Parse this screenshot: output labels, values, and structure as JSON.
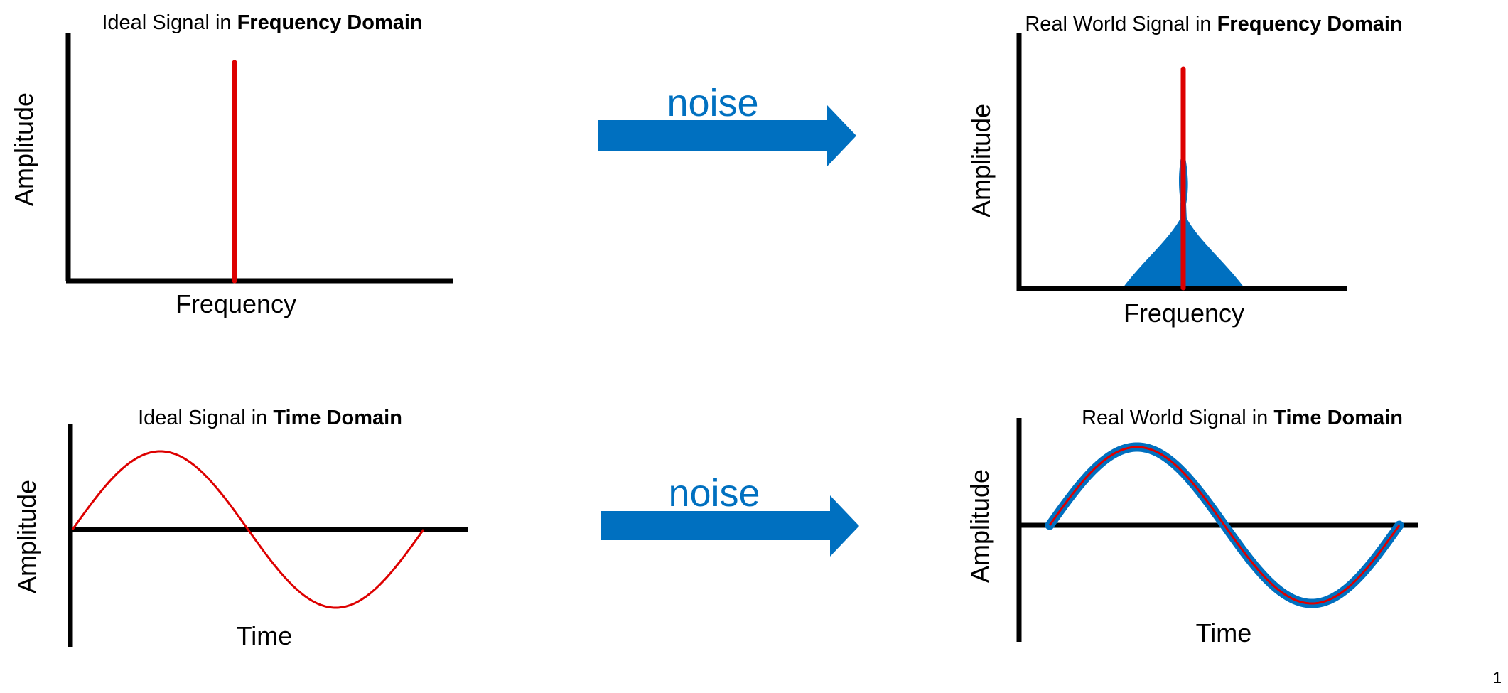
{
  "panels": {
    "ideal_freq": {
      "title_prefix": "Ideal Signal in ",
      "title_bold": "Frequency Domain",
      "ylabel": "Amplitude",
      "xlabel": "Frequency"
    },
    "real_freq": {
      "title_prefix": "Real World Signal in ",
      "title_bold": "Frequency Domain",
      "ylabel": "Amplitude",
      "xlabel": "Frequency"
    },
    "ideal_time": {
      "title_prefix": "Ideal Signal in ",
      "title_bold": "Time Domain",
      "ylabel": "Amplitude",
      "xlabel": "Time"
    },
    "real_time": {
      "title_prefix": "Real World Signal in ",
      "title_bold": "Time Domain",
      "ylabel": "Amplitude",
      "xlabel": "Time"
    }
  },
  "arrows": {
    "top_label": "noise",
    "bottom_label": "noise"
  },
  "page_number": "1",
  "colors": {
    "signal": "#DD0000",
    "noise": "#0070C0",
    "axis": "#000000"
  }
}
